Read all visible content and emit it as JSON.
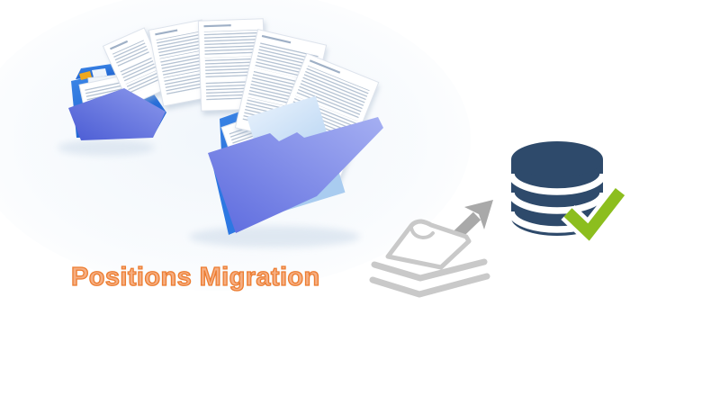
{
  "title": {
    "text": "Positions Migration"
  },
  "colors": {
    "title_fill": "#F6AE81",
    "title_outline": "#EC7C30",
    "folder_blue_1": "#3F8AE9",
    "folder_blue_2": "#1F64D2",
    "spine_blue": "#2D78E2",
    "flap_left_1": "#8C99EC",
    "flap_left_2": "#4B5CD4",
    "flap_right_1": "#A5AFF2",
    "flap_right_2": "#5C6ADE",
    "page_blue_1": "#E2EEFB",
    "page_blue_2": "#A9CCF0",
    "tab_yellow": "#EFA81E",
    "page_line": "#9FB0C6",
    "page_border": "#DDE3EC",
    "shadow_soft": "#DBE5F0",
    "bg_tint": "#EFF5FB",
    "stack_gray": "#C9C9C9",
    "arrow_gray": "#A9A9A9",
    "db_navy": "#2E4A6B",
    "check_green": "#8CBE1E"
  },
  "illustration": {
    "left_folder": "open-blue-folder-source",
    "right_folder": "open-blue-folder-destination",
    "flying_documents_count": 5,
    "icons": [
      {
        "name": "document-stack-icon",
        "meaning": "stack of source documents"
      },
      {
        "name": "up-right-arrow-icon",
        "meaning": "transfer direction"
      },
      {
        "name": "database-icon",
        "meaning": "target database"
      },
      {
        "name": "checkmark-icon",
        "meaning": "migration successful"
      }
    ]
  }
}
